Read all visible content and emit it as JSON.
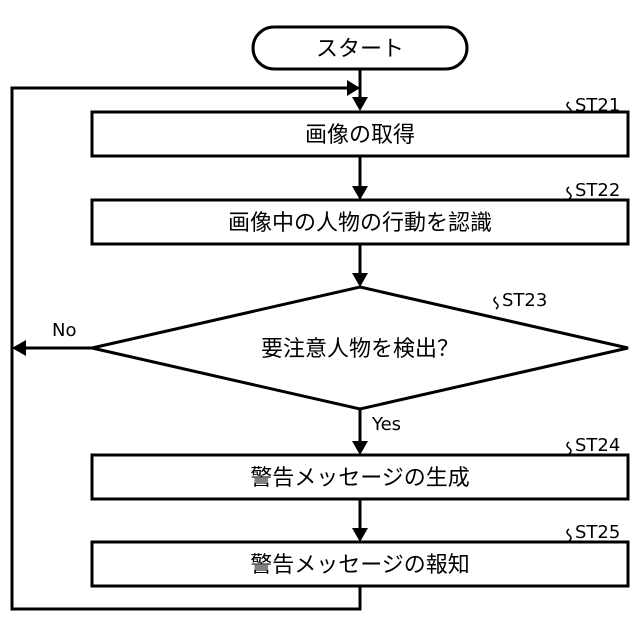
{
  "start": {
    "label": "スタート"
  },
  "steps": [
    {
      "code": "ST21",
      "label": "画像の取得"
    },
    {
      "code": "ST22",
      "label": "画像中の人物の行動を認識"
    },
    {
      "code": "ST23",
      "label": "要注意人物を検出？"
    },
    {
      "code": "ST24",
      "label": "警告メッセージの生成"
    },
    {
      "code": "ST25",
      "label": "警告メッセージの報知"
    }
  ],
  "branches": {
    "no": "No",
    "yes": "Yes"
  }
}
